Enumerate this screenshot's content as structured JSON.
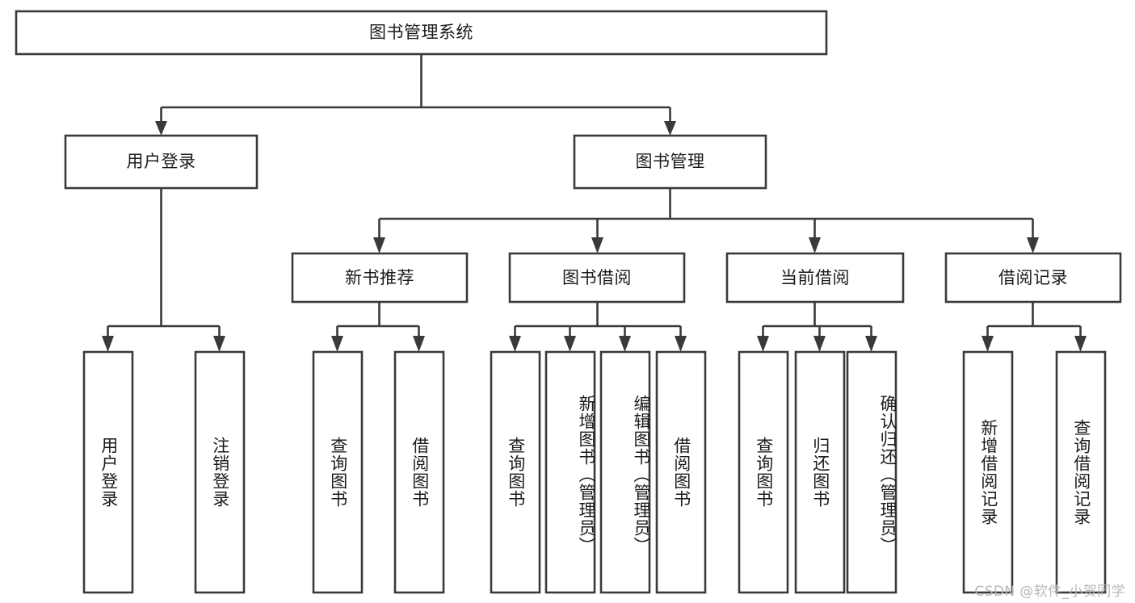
{
  "diagram": {
    "title": "图书管理系统",
    "watermark": "CSDN @软件_小贺同学",
    "colors": {
      "box_stroke": "#3a3a3a",
      "box_fill": "#ffffff",
      "text": "#1b1b1b",
      "background": "#ffffff",
      "watermark": "#b8b8b8"
    },
    "levels": {
      "root": "图书管理系统",
      "level2": [
        "用户登录",
        "图书管理"
      ],
      "level3": [
        "新书推荐",
        "图书借阅",
        "当前借阅",
        "借阅记录"
      ],
      "level4": [
        "用户登录",
        "注销登录",
        "查询图书",
        "借阅图书",
        "查询图书",
        "新增图书（管理员）",
        "编辑图书（管理员）",
        "借阅图书",
        "查询图书",
        "归还图书",
        "确认归还（管理员）",
        "新增借阅记录",
        "查询借阅记录"
      ]
    },
    "nodes": {
      "root": {
        "label": "图书管理系统"
      },
      "user_login": {
        "label": "用户登录"
      },
      "book_manage": {
        "label": "图书管理"
      },
      "new_book_rec": {
        "label": "新书推荐"
      },
      "book_borrow": {
        "label": "图书借阅"
      },
      "current_borrow": {
        "label": "当前借阅"
      },
      "borrow_record": {
        "label": "借阅记录"
      },
      "leaf_user_login": {
        "label": "用户登录"
      },
      "leaf_logout": {
        "label": "注销登录"
      },
      "leaf_query_book_1": {
        "label": "查询图书"
      },
      "leaf_borrow_book_1": {
        "label": "借阅图书"
      },
      "leaf_query_book_2": {
        "label": "查询图书"
      },
      "leaf_add_book_admin": {
        "label": "新增图书（管理员）"
      },
      "leaf_edit_book_admin": {
        "label": "编辑图书（管理员）"
      },
      "leaf_borrow_book_2": {
        "label": "借阅图书"
      },
      "leaf_query_book_3": {
        "label": "查询图书"
      },
      "leaf_return_book": {
        "label": "归还图书"
      },
      "leaf_confirm_return_admin": {
        "label": "确认归还（管理员）"
      },
      "leaf_add_borrow_record": {
        "label": "新增借阅记录"
      },
      "leaf_query_borrow_record": {
        "label": "查询借阅记录"
      }
    },
    "edges": [
      {
        "from": "root",
        "to": "user_login"
      },
      {
        "from": "root",
        "to": "book_manage"
      },
      {
        "from": "user_login",
        "to": "leaf_user_login"
      },
      {
        "from": "user_login",
        "to": "leaf_logout"
      },
      {
        "from": "book_manage",
        "to": "new_book_rec"
      },
      {
        "from": "book_manage",
        "to": "book_borrow"
      },
      {
        "from": "book_manage",
        "to": "current_borrow"
      },
      {
        "from": "book_manage",
        "to": "borrow_record"
      },
      {
        "from": "new_book_rec",
        "to": "leaf_query_book_1"
      },
      {
        "from": "new_book_rec",
        "to": "leaf_borrow_book_1"
      },
      {
        "from": "book_borrow",
        "to": "leaf_query_book_2"
      },
      {
        "from": "book_borrow",
        "to": "leaf_add_book_admin"
      },
      {
        "from": "book_borrow",
        "to": "leaf_edit_book_admin"
      },
      {
        "from": "book_borrow",
        "to": "leaf_borrow_book_2"
      },
      {
        "from": "current_borrow",
        "to": "leaf_query_book_3"
      },
      {
        "from": "current_borrow",
        "to": "leaf_return_book"
      },
      {
        "from": "current_borrow",
        "to": "leaf_confirm_return_admin"
      },
      {
        "from": "borrow_record",
        "to": "leaf_add_borrow_record"
      },
      {
        "from": "borrow_record",
        "to": "leaf_query_borrow_record"
      }
    ]
  }
}
